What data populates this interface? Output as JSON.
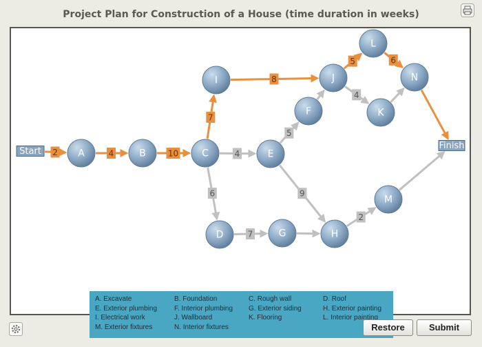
{
  "title": "Project Plan for Construction of a House (time duration in weeks)",
  "colors": {
    "critical": "#e8903e",
    "normal": "#c0c0c0",
    "legend_bg": "#4aa7c4"
  },
  "icons": {
    "top_right": "print-icon",
    "bottom_left": "gear-icon"
  },
  "diagram": {
    "start_label": "Start",
    "finish_label": "Finish",
    "nodes": [
      {
        "id": "A"
      },
      {
        "id": "B"
      },
      {
        "id": "C"
      },
      {
        "id": "I"
      },
      {
        "id": "E"
      },
      {
        "id": "F"
      },
      {
        "id": "J"
      },
      {
        "id": "L"
      },
      {
        "id": "K"
      },
      {
        "id": "N"
      },
      {
        "id": "D"
      },
      {
        "id": "G"
      },
      {
        "id": "H"
      },
      {
        "id": "M"
      }
    ],
    "edges": [
      {
        "from": "Start",
        "to": "A",
        "weight": "2",
        "critical": true
      },
      {
        "from": "A",
        "to": "B",
        "weight": "4",
        "critical": true
      },
      {
        "from": "B",
        "to": "C",
        "weight": "10",
        "critical": true
      },
      {
        "from": "C",
        "to": "I",
        "weight": "7",
        "critical": true
      },
      {
        "from": "I",
        "to": "J",
        "weight": "8",
        "critical": true
      },
      {
        "from": "J",
        "to": "L",
        "weight": "5",
        "critical": true
      },
      {
        "from": "L",
        "to": "N",
        "weight": "6",
        "critical": true
      },
      {
        "from": "N",
        "to": "Finish",
        "weight": "",
        "critical": true
      },
      {
        "from": "C",
        "to": "E",
        "weight": "4",
        "critical": false
      },
      {
        "from": "E",
        "to": "F",
        "weight": "5",
        "critical": false
      },
      {
        "from": "F",
        "to": "J",
        "weight": "",
        "critical": false
      },
      {
        "from": "J",
        "to": "K",
        "weight": "4",
        "critical": false
      },
      {
        "from": "K",
        "to": "N",
        "weight": "",
        "critical": false
      },
      {
        "from": "C",
        "to": "D",
        "weight": "6",
        "critical": false
      },
      {
        "from": "D",
        "to": "G",
        "weight": "7",
        "critical": false
      },
      {
        "from": "G",
        "to": "H",
        "weight": "",
        "critical": false
      },
      {
        "from": "E",
        "to": "H",
        "weight": "9",
        "critical": false
      },
      {
        "from": "H",
        "to": "M",
        "weight": "2",
        "critical": false
      },
      {
        "from": "M",
        "to": "Finish",
        "weight": "",
        "critical": false
      }
    ]
  },
  "legend": [
    "A. Excavate",
    "B. Foundation",
    "C. Rough wall",
    "D. Roof",
    "E. Exterior plumbing",
    "F. Interior plumbing",
    "G. Exterior siding",
    "H. Exterior painting",
    "I. Electrical work",
    "J. Wallboard",
    "K. Flooring",
    "L. Interior painting",
    "M. Exterior fixtures",
    "N. Interior fixtures"
  ],
  "buttons": {
    "restore": "Restore",
    "submit": "Submit"
  }
}
